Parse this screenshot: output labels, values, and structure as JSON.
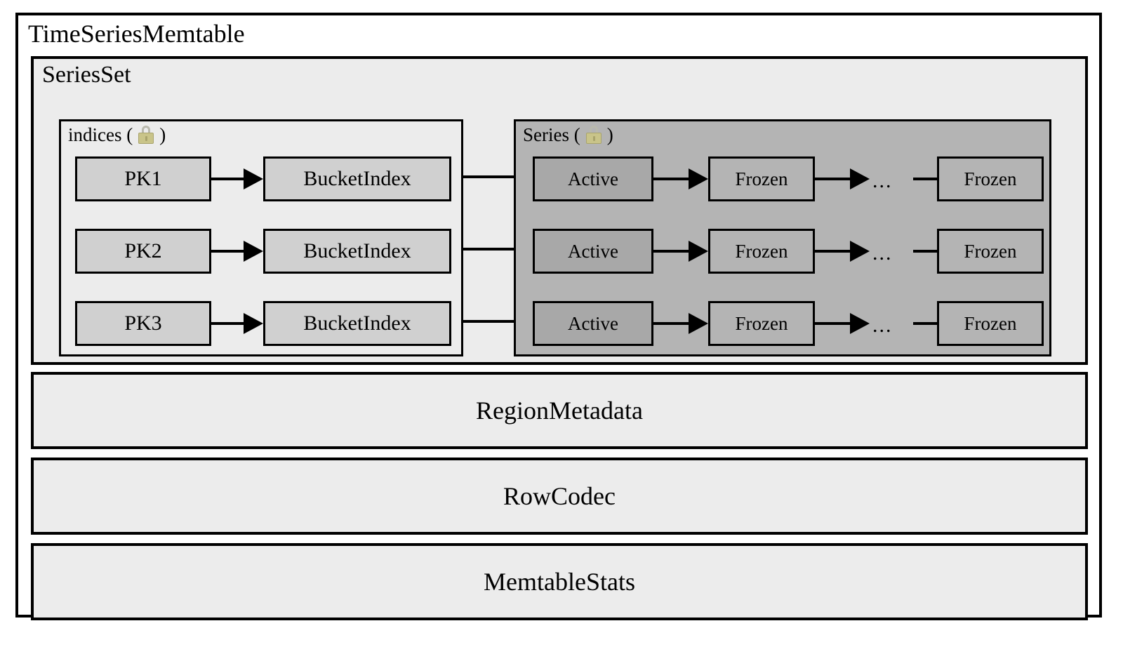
{
  "diagram": {
    "title": "TimeSeriesMemtable",
    "series_set": {
      "title": "SeriesSet",
      "indices_group": {
        "label": "indices (",
        "label_close": ")",
        "lock_icon": "lock-icon",
        "rows": [
          {
            "key": "PK1",
            "index": "BucketIndex"
          },
          {
            "key": "PK2",
            "index": "BucketIndex"
          },
          {
            "key": "PK3",
            "index": "BucketIndex"
          }
        ]
      },
      "series_group": {
        "label": "Series (",
        "label_close": ")",
        "lock_icon": "lock-icon",
        "rows": [
          {
            "active": "Active",
            "frozen_first": "Frozen",
            "ellipsis": "...",
            "frozen_last": "Frozen"
          },
          {
            "active": "Active",
            "frozen_first": "Frozen",
            "ellipsis": "...",
            "frozen_last": "Frozen"
          },
          {
            "active": "Active",
            "frozen_first": "Frozen",
            "ellipsis": "...",
            "frozen_last": "Frozen"
          }
        ]
      }
    },
    "stack_panels": [
      {
        "label": "RegionMetadata"
      },
      {
        "label": "RowCodec"
      },
      {
        "label": "MemtableStats"
      }
    ]
  },
  "colors": {
    "page_background": "#ffffff",
    "panel_light": "#ececec",
    "series_container": "#b4b4b4",
    "node_light": "#d0d0d0",
    "node_active": "#a8a8a8",
    "node_frozen": "#b4b4b4",
    "stroke": "#000000",
    "lock_body": "#c9c489",
    "lock_shackle": "#b9b9ad"
  }
}
